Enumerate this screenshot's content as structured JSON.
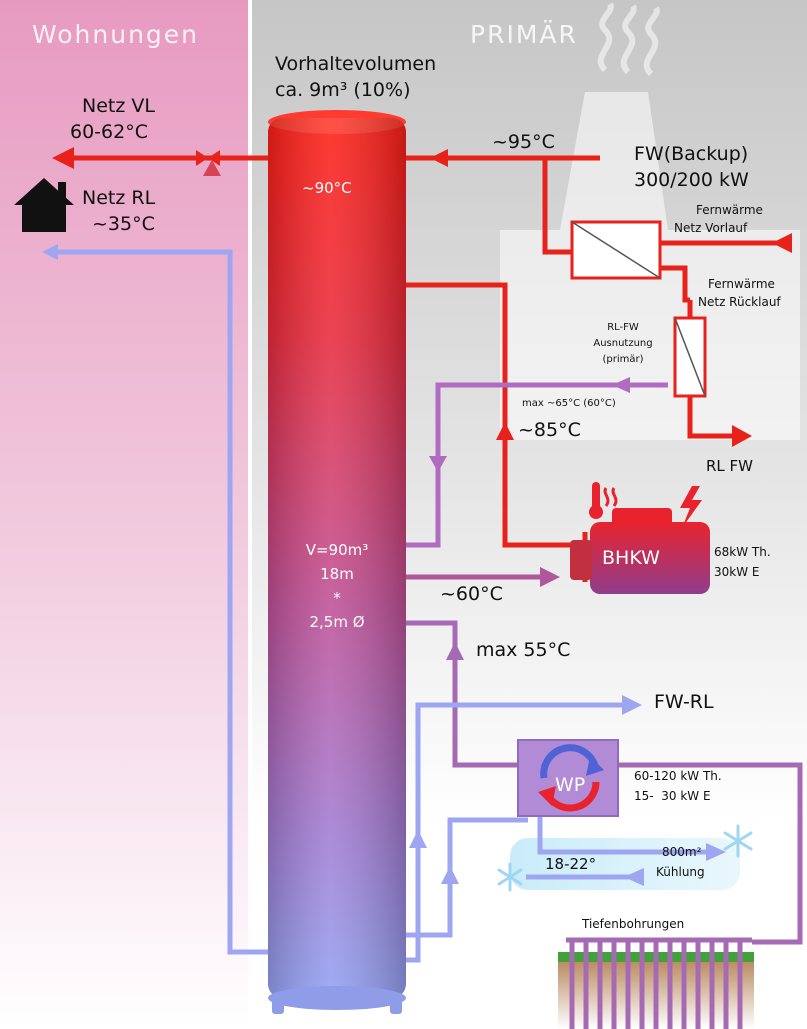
{
  "sections": {
    "left": "Wohnungen",
    "right": "PRIMÄR"
  },
  "tank": {
    "reserve_line1": "Vorhaltevolumen",
    "reserve_line2": "ca. 9m³ (10%)",
    "top_temp": "~90°C",
    "spec_line1": "V=90m³",
    "spec_line2": "18m",
    "spec_line3": "*",
    "spec_line4": "2,5m Ø"
  },
  "network": {
    "vl_line1": "Netz VL",
    "vl_line2": "60-62°C",
    "rl_line1": "Netz RL",
    "rl_line2": "~35°C"
  },
  "district_heating": {
    "supply_temp": "~95°C",
    "backup_line1": "FW(Backup)",
    "backup_line2": "300/200 kW",
    "vorlauf_line1": "Fernwärme",
    "vorlauf_line2": "Netz Vorlauf",
    "ruecklauf_line1": "Fernwärme",
    "ruecklauf_line2": "Netz Rücklauf",
    "rl_use_line1": "RL-FW",
    "rl_use_line2": "Ausnutzung",
    "rl_use_line3": "(primär)",
    "max_temp": "max ~65°C (60°C)",
    "rl_fw": "RL FW"
  },
  "chp": {
    "label": "BHKW",
    "supply_temp": "~85°C",
    "return_temp": "~60°C",
    "spec_line1": "68kW Th.",
    "spec_line2": "30kW E"
  },
  "heat_pump": {
    "max_temp": "max 55°C",
    "fw_rl": "FW-RL",
    "label": "WP",
    "spec_line1": "60-120 kW Th.",
    "spec_line2": "15-  30 kW E",
    "cooling_temp": "18-22°",
    "cooling_line1": "800m²",
    "cooling_line2": "Kühlung",
    "boreholes": "Tiefenbohrungen"
  },
  "colors": {
    "left_panel": "#e8a9c8",
    "right_panel": "#d0d0d0",
    "hot": "#e8211a",
    "warm_purple": "#b0579a",
    "cold": "#9ea6f2",
    "violet_return": "#a774c8"
  },
  "icons": [
    "house-icon",
    "smokestack-icon",
    "lightning-icon",
    "thermometer-icon",
    "snowflake-icon",
    "heat-exchanger-icon"
  ]
}
